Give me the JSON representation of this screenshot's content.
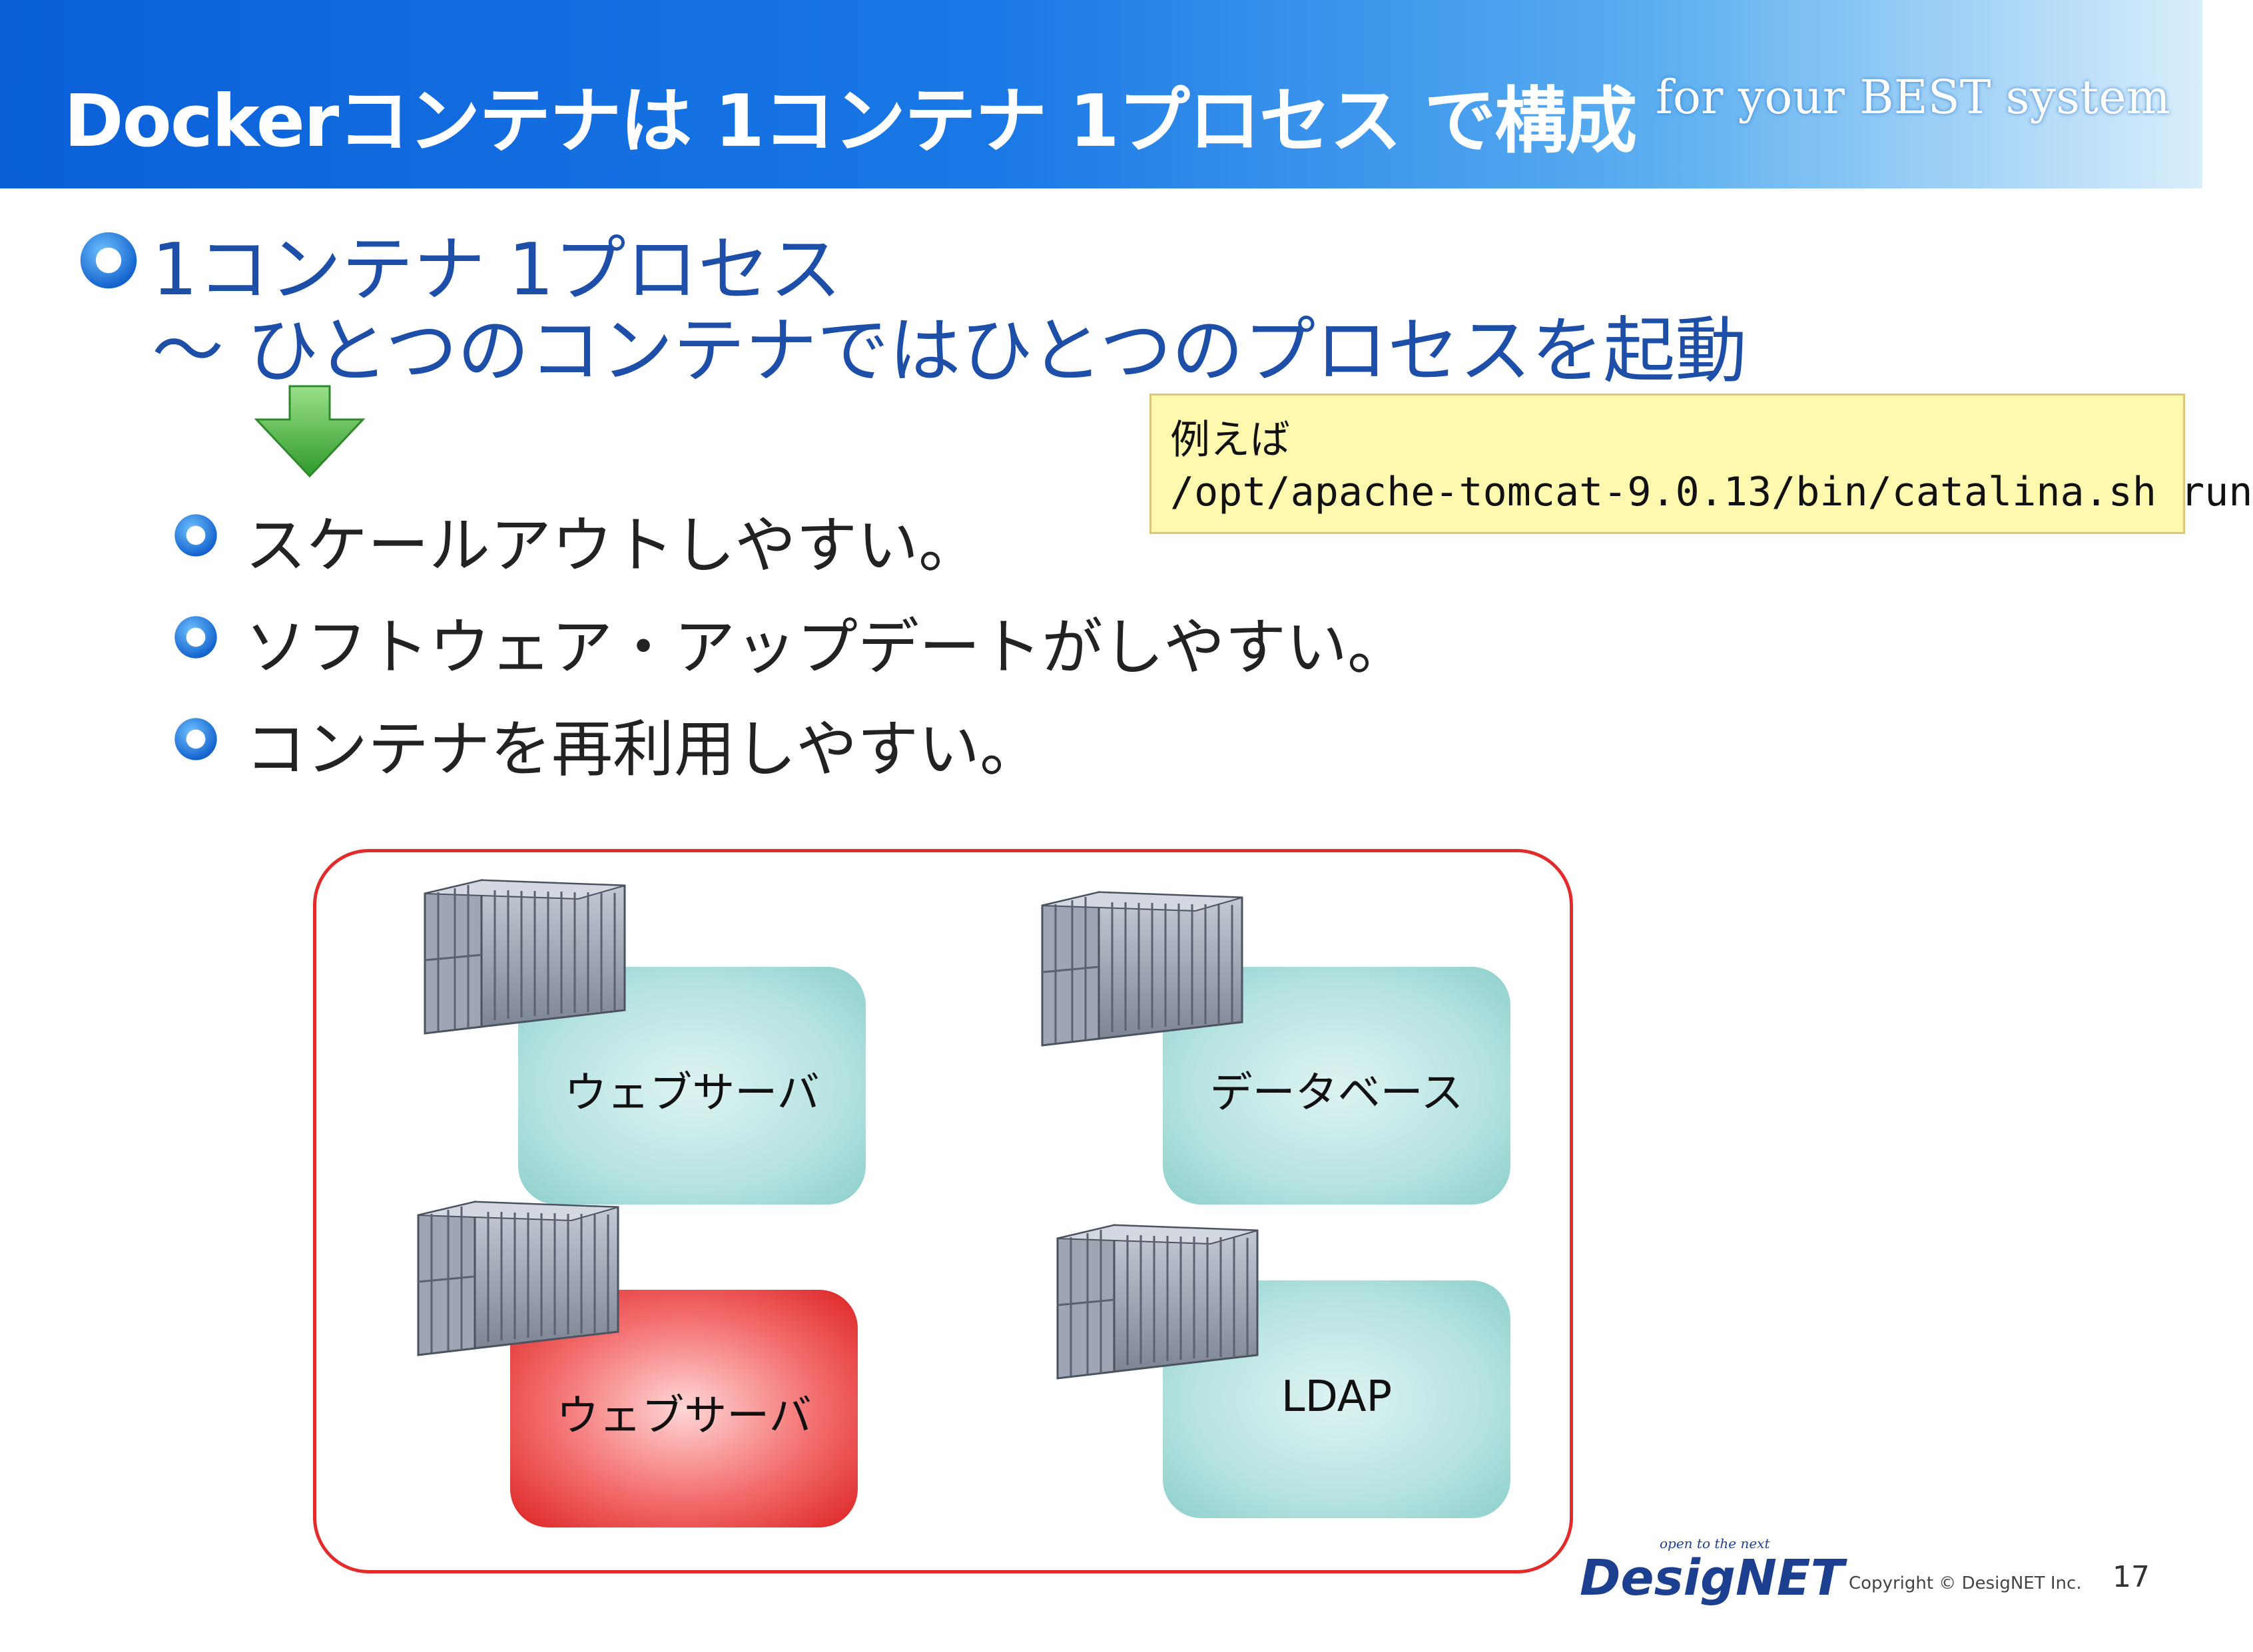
{
  "header": {
    "title": "Dockerコンテナは 1コンテナ 1プロセス で構成",
    "tagline": "for your BEST system"
  },
  "main_point": {
    "line1": "1コンテナ 1プロセス",
    "line2": "～ ひとつのコンテナではひとつのプロセスを起動"
  },
  "benefits": [
    "スケールアウトしやすい。",
    "ソフトウェア・アップデートがしやすい。",
    "コンテナを再利用しやすい。"
  ],
  "note": {
    "label": "例えば",
    "command": "/opt/apache-tomcat-9.0.13/bin/catalina.sh run"
  },
  "services": [
    {
      "label": "ウェブサーバ",
      "color": "#b6e3e1"
    },
    {
      "label": "データベース",
      "color": "#b6e3e1"
    },
    {
      "label": "ウェブサーバ",
      "color": "#f36d6d"
    },
    {
      "label": "LDAP",
      "color": "#b6e3e1"
    }
  ],
  "footer": {
    "logo_tagline": "open to the next",
    "logo_text": "DesigNET",
    "copyright": "Copyright © DesigNET Inc.",
    "page_number": "17"
  },
  "colors": {
    "header_blue": "#0a5fd8",
    "bullet_blue": "#1a7be0",
    "title_text": "#1d4fa8",
    "frame_red": "#e32b2b"
  }
}
